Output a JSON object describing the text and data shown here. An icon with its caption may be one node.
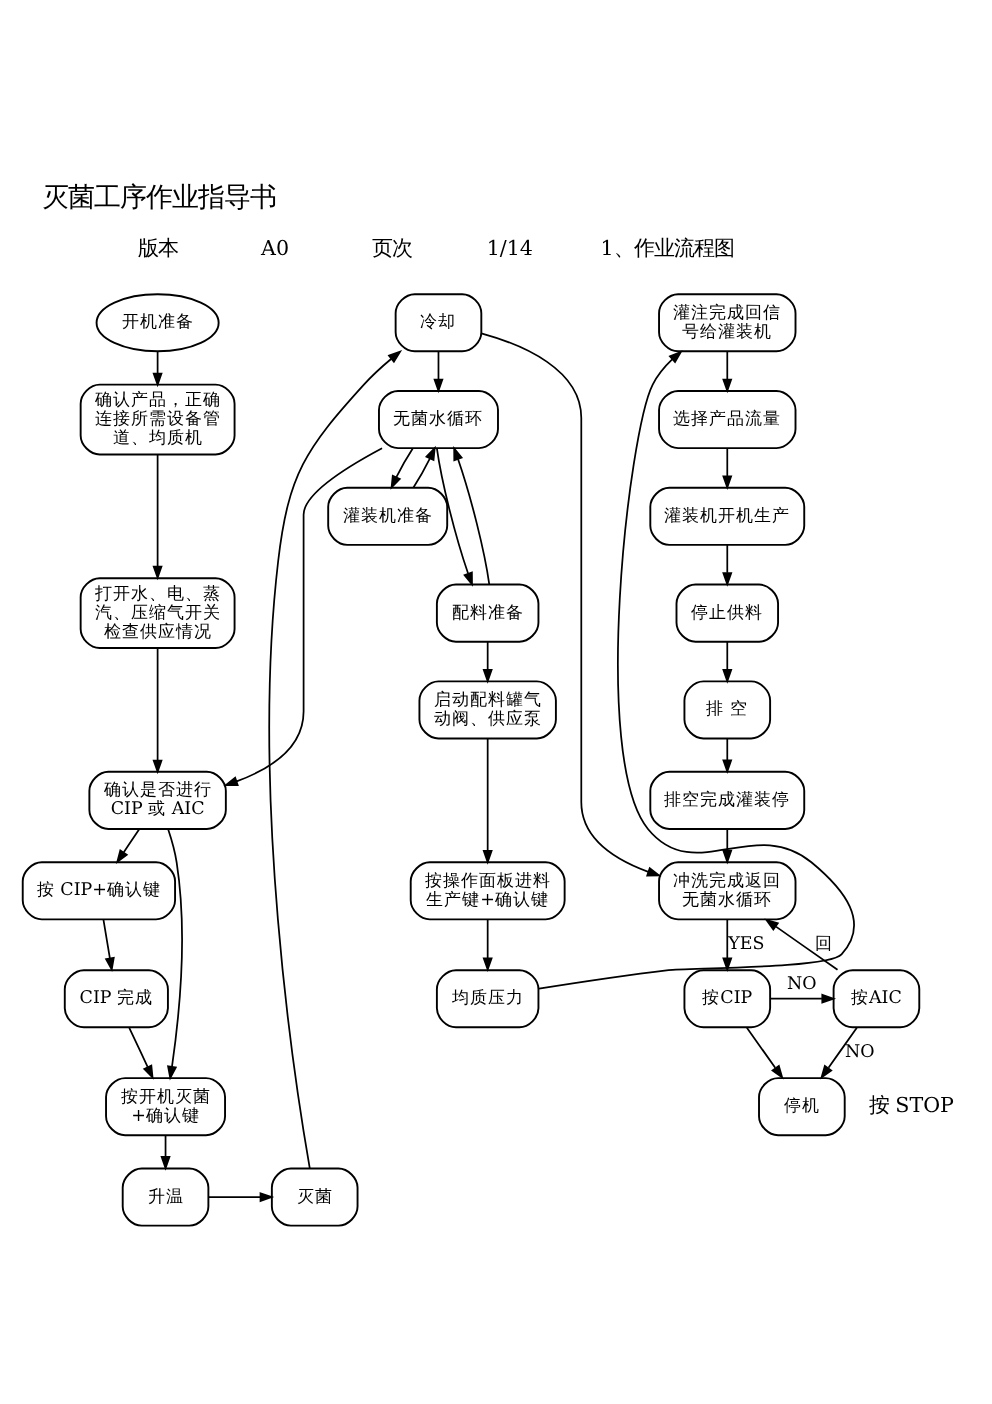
{
  "diagram": {
    "title": "灭菌工序作业指导书",
    "nodes": [
      {
        "text": [
          "开机准备"
        ]
      },
      {
        "text": [
          "确认产品，正确连接所需设备管道、均质机"
        ]
      },
      {
        "text": [
          "打开水、电、蒸汽、压缩气开关检查供应情况"
        ]
      },
      {
        "text": [
          "确认是否进行CIP 或 AIC"
        ]
      },
      {
        "text": [
          "按 CIP+确认键"
        ]
      },
      {
        "text": [
          "CIP 完成"
        ]
      },
      {
        "text": [
          "按开机灭菌+确认键"
        ]
      },
      {
        "text": [
          "升温"
        ]
      },
      {
        "text": [
          "灭菌"
        ]
      },
      {
        "text": [
          "冷却"
        ]
      },
      {
        "text": [
          "无菌水循环"
        ]
      },
      {
        "text": [
          "灌装机准备"
        ]
      },
      {
        "text": [
          "配料准备"
        ]
      },
      {
        "text": [
          "启动配料罐气动阀、供应泵"
        ]
      },
      {
        "text": [
          "按操作面板进料生产键+确认键"
        ]
      },
      {
        "text": [
          "均质压力"
        ]
      },
      {
        "text": [
          "灌注完成回信号给灌装机"
        ]
      },
      {
        "text": [
          "选择产品流量"
        ]
      },
      {
        "text": [
          "灌装机开机生产"
        ]
      },
      {
        "text": [
          "停止供料"
        ]
      },
      {
        "text": [
          "排 空"
        ]
      },
      {
        "text": [
          "排空完成灌装停"
        ]
      },
      {
        "text": [
          "冲洗完成返回无菌水循环"
        ]
      },
      {
        "text": [
          "按CIP"
        ]
      },
      {
        "text": [
          "按AIC"
        ]
      },
      {
        "text": [
          "停机"
        ]
      }
    ],
    "edges": [
      {
        "from": 0,
        "to": 1,
        "arrow": "to"
      },
      {
        "from": 1,
        "to": 2,
        "arrow": "to"
      },
      {
        "from": 2,
        "to": 3,
        "arrow": "to"
      },
      {
        "from": 3,
        "to": 4,
        "arrow": "to"
      },
      {
        "from": 4,
        "to": 5,
        "arrow": "to"
      },
      {
        "from": 5,
        "to": 6,
        "arrow": "to"
      },
      {
        "from": 3,
        "to": 6,
        "arrow": "to"
      },
      {
        "from": 6,
        "to": 7,
        "arrow": "to"
      },
      {
        "from": 7,
        "to": 8,
        "arrow": "to"
      },
      {
        "from": 8,
        "to": 9,
        "arrow": "to"
      },
      {
        "from": 9,
        "to": 10,
        "arrow": "to"
      },
      {
        "from": 10,
        "to": 3,
        "arrow": "to"
      },
      {
        "from": 10,
        "to": 11,
        "arrow": "to"
      },
      {
        "from": 11,
        "to": 10,
        "arrow": "to"
      },
      {
        "from": 10,
        "to": 12,
        "arrow": "to"
      },
      {
        "from": 12,
        "to": 10,
        "arrow": "to"
      },
      {
        "from": 12,
        "to": 13,
        "arrow": "to"
      },
      {
        "from": 13,
        "to": 14,
        "arrow": "to"
      },
      {
        "from": 14,
        "to": 15,
        "arrow": "to"
      },
      {
        "from": 9,
        "to": 22,
        "arrow": "to"
      },
      {
        "from": 15,
        "to": 16,
        "arrow": "to"
      },
      {
        "from": 16,
        "to": 17,
        "arrow": "to"
      },
      {
        "from": 17,
        "to": 18,
        "arrow": "to"
      },
      {
        "from": 18,
        "to": 19,
        "arrow": "to"
      },
      {
        "from": 19,
        "to": 20,
        "arrow": "to"
      },
      {
        "from": 20,
        "to": 21,
        "arrow": "to"
      },
      {
        "from": 21,
        "to": 22,
        "arrow": "to"
      },
      {
        "from": 22,
        "to": 23,
        "arrow": "to",
        "label": "YES"
      },
      {
        "from": 23,
        "to": 24,
        "arrow": "to",
        "label": "NO"
      },
      {
        "from": 24,
        "to": 22,
        "arrow": "to",
        "label": "回"
      },
      {
        "from": 24,
        "to": 25,
        "arrow": "to",
        "label": "NO"
      },
      {
        "from": 23,
        "to": 25,
        "arrow": "to"
      }
    ],
    "labels": [
      "版本",
      "A0",
      "页次",
      "1/14",
      "1、作业流程图",
      "按 STOP"
    ]
  }
}
